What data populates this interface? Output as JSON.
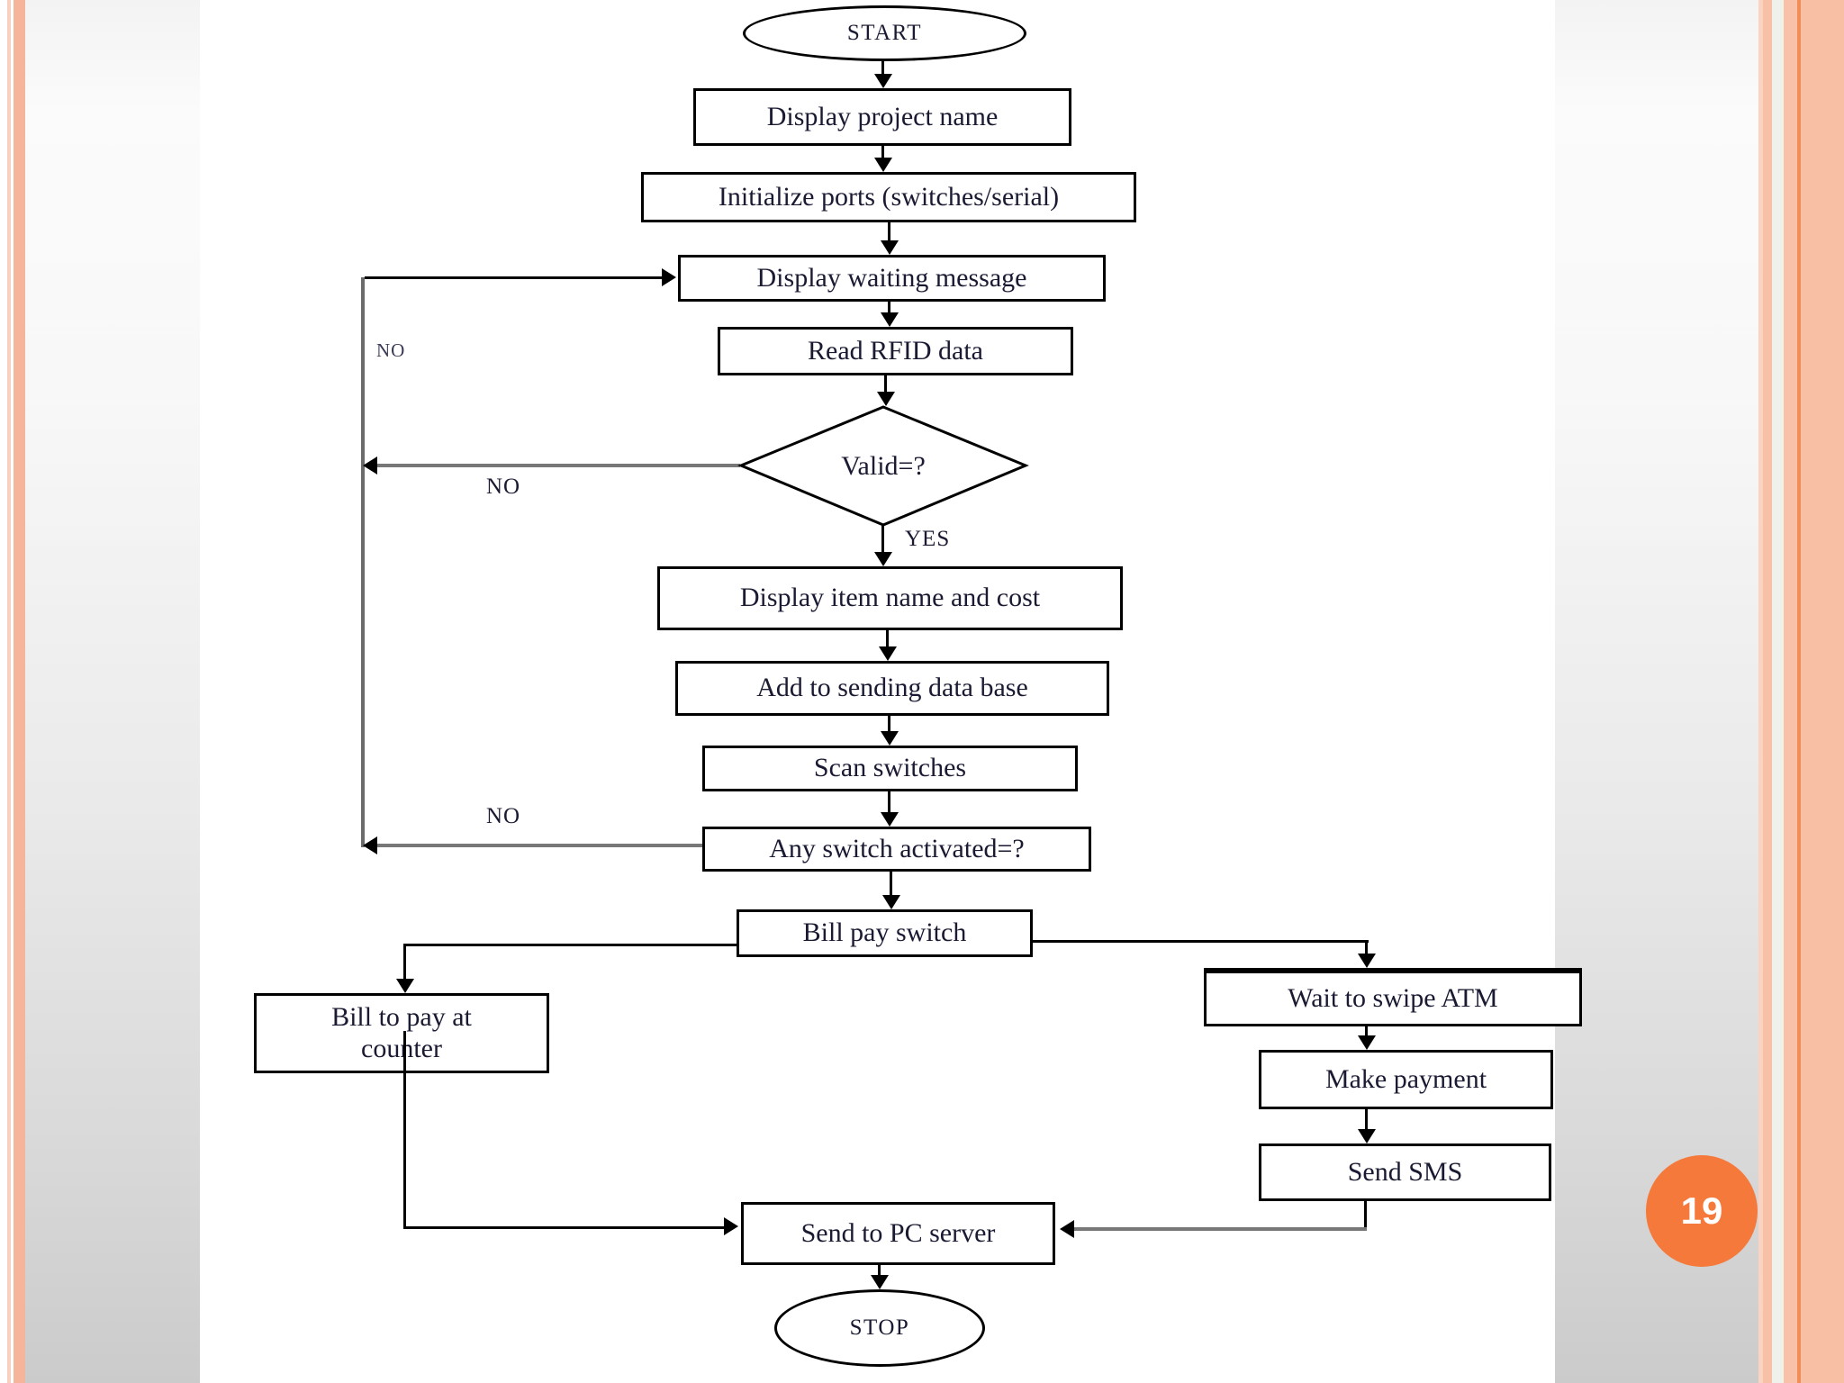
{
  "page": {
    "number": "19",
    "colors": {
      "badge_orange": "#f5793b",
      "stripe_peach": "#f5b59b",
      "stripe_orange_line": "#ef8f57",
      "line_gray": "#787878",
      "node_border": "#000000",
      "text": "#1a1a33",
      "sheet": "#ffffff"
    }
  },
  "flowchart": {
    "nodes": {
      "start": {
        "label": "START",
        "type": "terminator"
      },
      "display_project_name": {
        "label": "Display project name",
        "type": "process"
      },
      "initialize_ports": {
        "label": "Initialize ports (switches/serial)",
        "type": "process"
      },
      "display_waiting_message": {
        "label": "Display waiting message",
        "type": "process"
      },
      "read_rfid_data": {
        "label": "Read RFID data",
        "type": "process"
      },
      "valid_decision": {
        "label": "Valid=?",
        "type": "decision"
      },
      "display_item_name_cost": {
        "label": "Display item name and cost",
        "type": "process"
      },
      "add_to_sending_database": {
        "label": "Add to sending data base",
        "type": "process"
      },
      "scan_switches": {
        "label": "Scan switches",
        "type": "process"
      },
      "any_switch_activated": {
        "label": "Any switch activated=?",
        "type": "process"
      },
      "bill_pay_switch": {
        "label": "Bill pay switch",
        "type": "process"
      },
      "bill_to_pay_at_counter": {
        "label": "Bill to pay at counter",
        "type": "process"
      },
      "wait_to_swipe_atm": {
        "label": "Wait to swipe ATM",
        "type": "process"
      },
      "make_payment": {
        "label": "Make payment",
        "type": "process"
      },
      "send_sms": {
        "label": "Send SMS",
        "type": "process"
      },
      "send_to_pc_server": {
        "label": "Send to PC server",
        "type": "process"
      },
      "stop": {
        "label": "STOP",
        "type": "terminator"
      }
    },
    "edge_labels": {
      "yes": "YES",
      "no_valid": "NO",
      "no_return": "NO",
      "no_switch": "NO"
    }
  }
}
